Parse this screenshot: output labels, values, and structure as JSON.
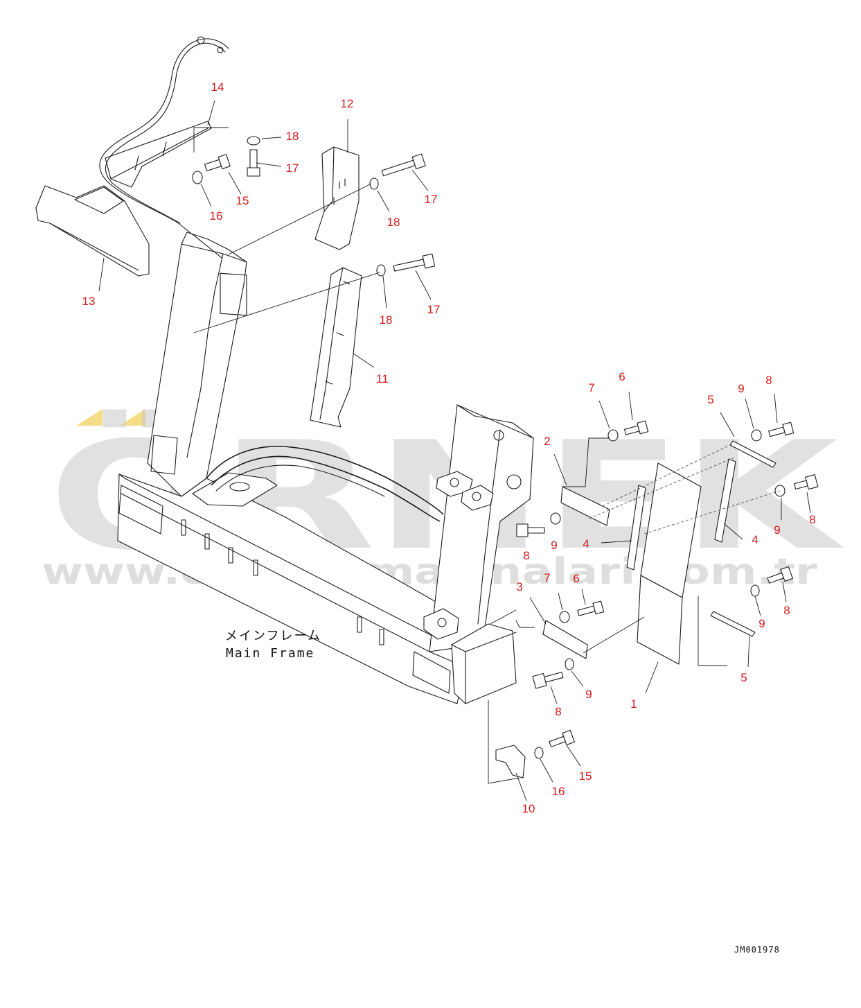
{
  "watermark": {
    "brand": "ÖRNEK",
    "url": "www.ornekismakinalari.com.tr",
    "accent_color": "#f3d46a"
  },
  "caption": {
    "jp": "メインフレーム",
    "en": "Main Frame"
  },
  "doc_id": "JM001978",
  "colors": {
    "callout": "#d41a1a",
    "line": "#1a1a1a"
  },
  "callouts": {
    "c14": "14",
    "c13": "13",
    "c12": "12",
    "c11": "11",
    "c18a": "18",
    "c17a": "17",
    "c15a": "15",
    "c16a": "16",
    "c18b": "18",
    "c17b": "17",
    "c18c": "18",
    "c17c": "17",
    "c7a": "7",
    "c6a": "6",
    "c2": "2",
    "c9a": "9",
    "c8a": "8",
    "c4a": "4",
    "c5a": "5",
    "c9b": "9",
    "c8b": "8",
    "c9c": "9",
    "c8c": "8",
    "c4b": "4",
    "c3": "3",
    "c7b": "7",
    "c6b": "6",
    "c9d": "9",
    "c8d": "8",
    "c9e": "9",
    "c8e": "8",
    "c5b": "5",
    "c1": "1",
    "c15b": "15",
    "c16b": "16",
    "c10": "10"
  }
}
